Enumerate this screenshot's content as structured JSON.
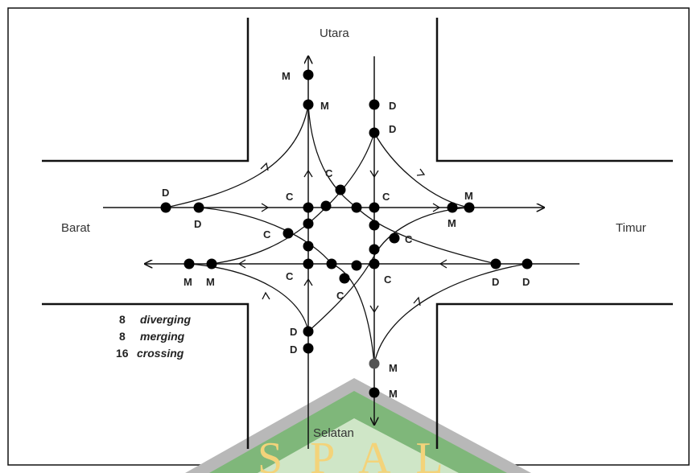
{
  "directions": {
    "north": "Utara",
    "south": "Selatan",
    "west": "Barat",
    "east": "Timur"
  },
  "legend": {
    "diverging": {
      "count": "8",
      "label": "diverging"
    },
    "merging": {
      "count": "8",
      "label": "merging"
    },
    "crossing": {
      "count": "16",
      "label": "crossing"
    }
  },
  "point_labels": {
    "diverging": "D",
    "merging": "M",
    "crossing": "C"
  },
  "watermark": "S  P A L",
  "colors": {
    "line": "#111111",
    "node": "#000000",
    "watermark_green": "#7fb77a",
    "watermark_gray": "#b8b8b8",
    "watermark_yellow": "#f3d37a"
  }
}
